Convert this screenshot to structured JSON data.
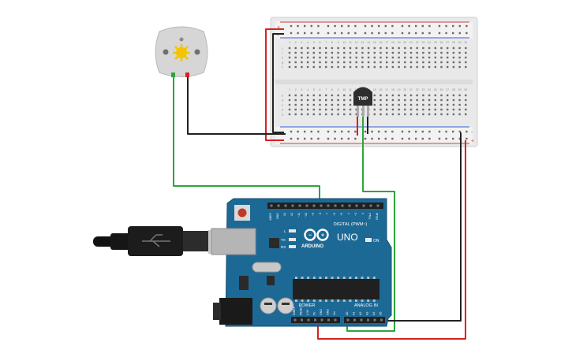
{
  "components": {
    "motor": {
      "name": "DC motor"
    },
    "sensor": {
      "label": "TMP",
      "name": "Temperature sensor"
    },
    "breadboard": {
      "columns": [
        "1",
        "2",
        "3",
        "4",
        "5",
        "6",
        "7",
        "8",
        "9",
        "10",
        "11",
        "12",
        "13",
        "14",
        "15",
        "16",
        "17",
        "18",
        "19",
        "20",
        "21",
        "22",
        "23",
        "24",
        "25",
        "26",
        "27",
        "28",
        "29",
        "30"
      ],
      "row_letters_top": [
        "j",
        "i",
        "h",
        "g",
        "f"
      ],
      "row_letters_bottom": [
        "e",
        "d",
        "c",
        "b",
        "a"
      ],
      "rail_plus": "+",
      "rail_minus": "-"
    },
    "arduino": {
      "brand": "ARDUINO",
      "model": "UNO",
      "on_label": "ON",
      "l_label": "L",
      "tx_label": "TX",
      "rx_label": "RX",
      "digital_label": "DIGITAL (PWM~)",
      "power_label": "POWER",
      "analog_label": "ANALOG IN",
      "digital_pins": [
        "AREF",
        "GND",
        "13",
        "12",
        "~11",
        "~10",
        "~9",
        "8",
        "7",
        "~6",
        "~5",
        "4",
        "~3",
        "2",
        "TX▸1",
        "RX◂0"
      ],
      "power_pins": [
        "IOREF",
        "RESET",
        "3.3V",
        "5V",
        "GND",
        "GND",
        "Vin"
      ],
      "analog_pins": [
        "A0",
        "A1",
        "A2",
        "A3",
        "A4",
        "A5"
      ]
    },
    "usb": {
      "name": "USB cable"
    }
  },
  "wires": [
    {
      "name": "wire-motor-to-pin9",
      "color": "#2aa63c"
    },
    {
      "name": "wire-motor-to-gnd-rail",
      "color": "#222222"
    },
    {
      "name": "wire-sensor-to-a0",
      "color": "#2aa63c"
    },
    {
      "name": "wire-5v-to-plus-rail",
      "color": "#d92020"
    },
    {
      "name": "wire-gnd-to-minus-rail",
      "color": "#222222"
    }
  ]
}
